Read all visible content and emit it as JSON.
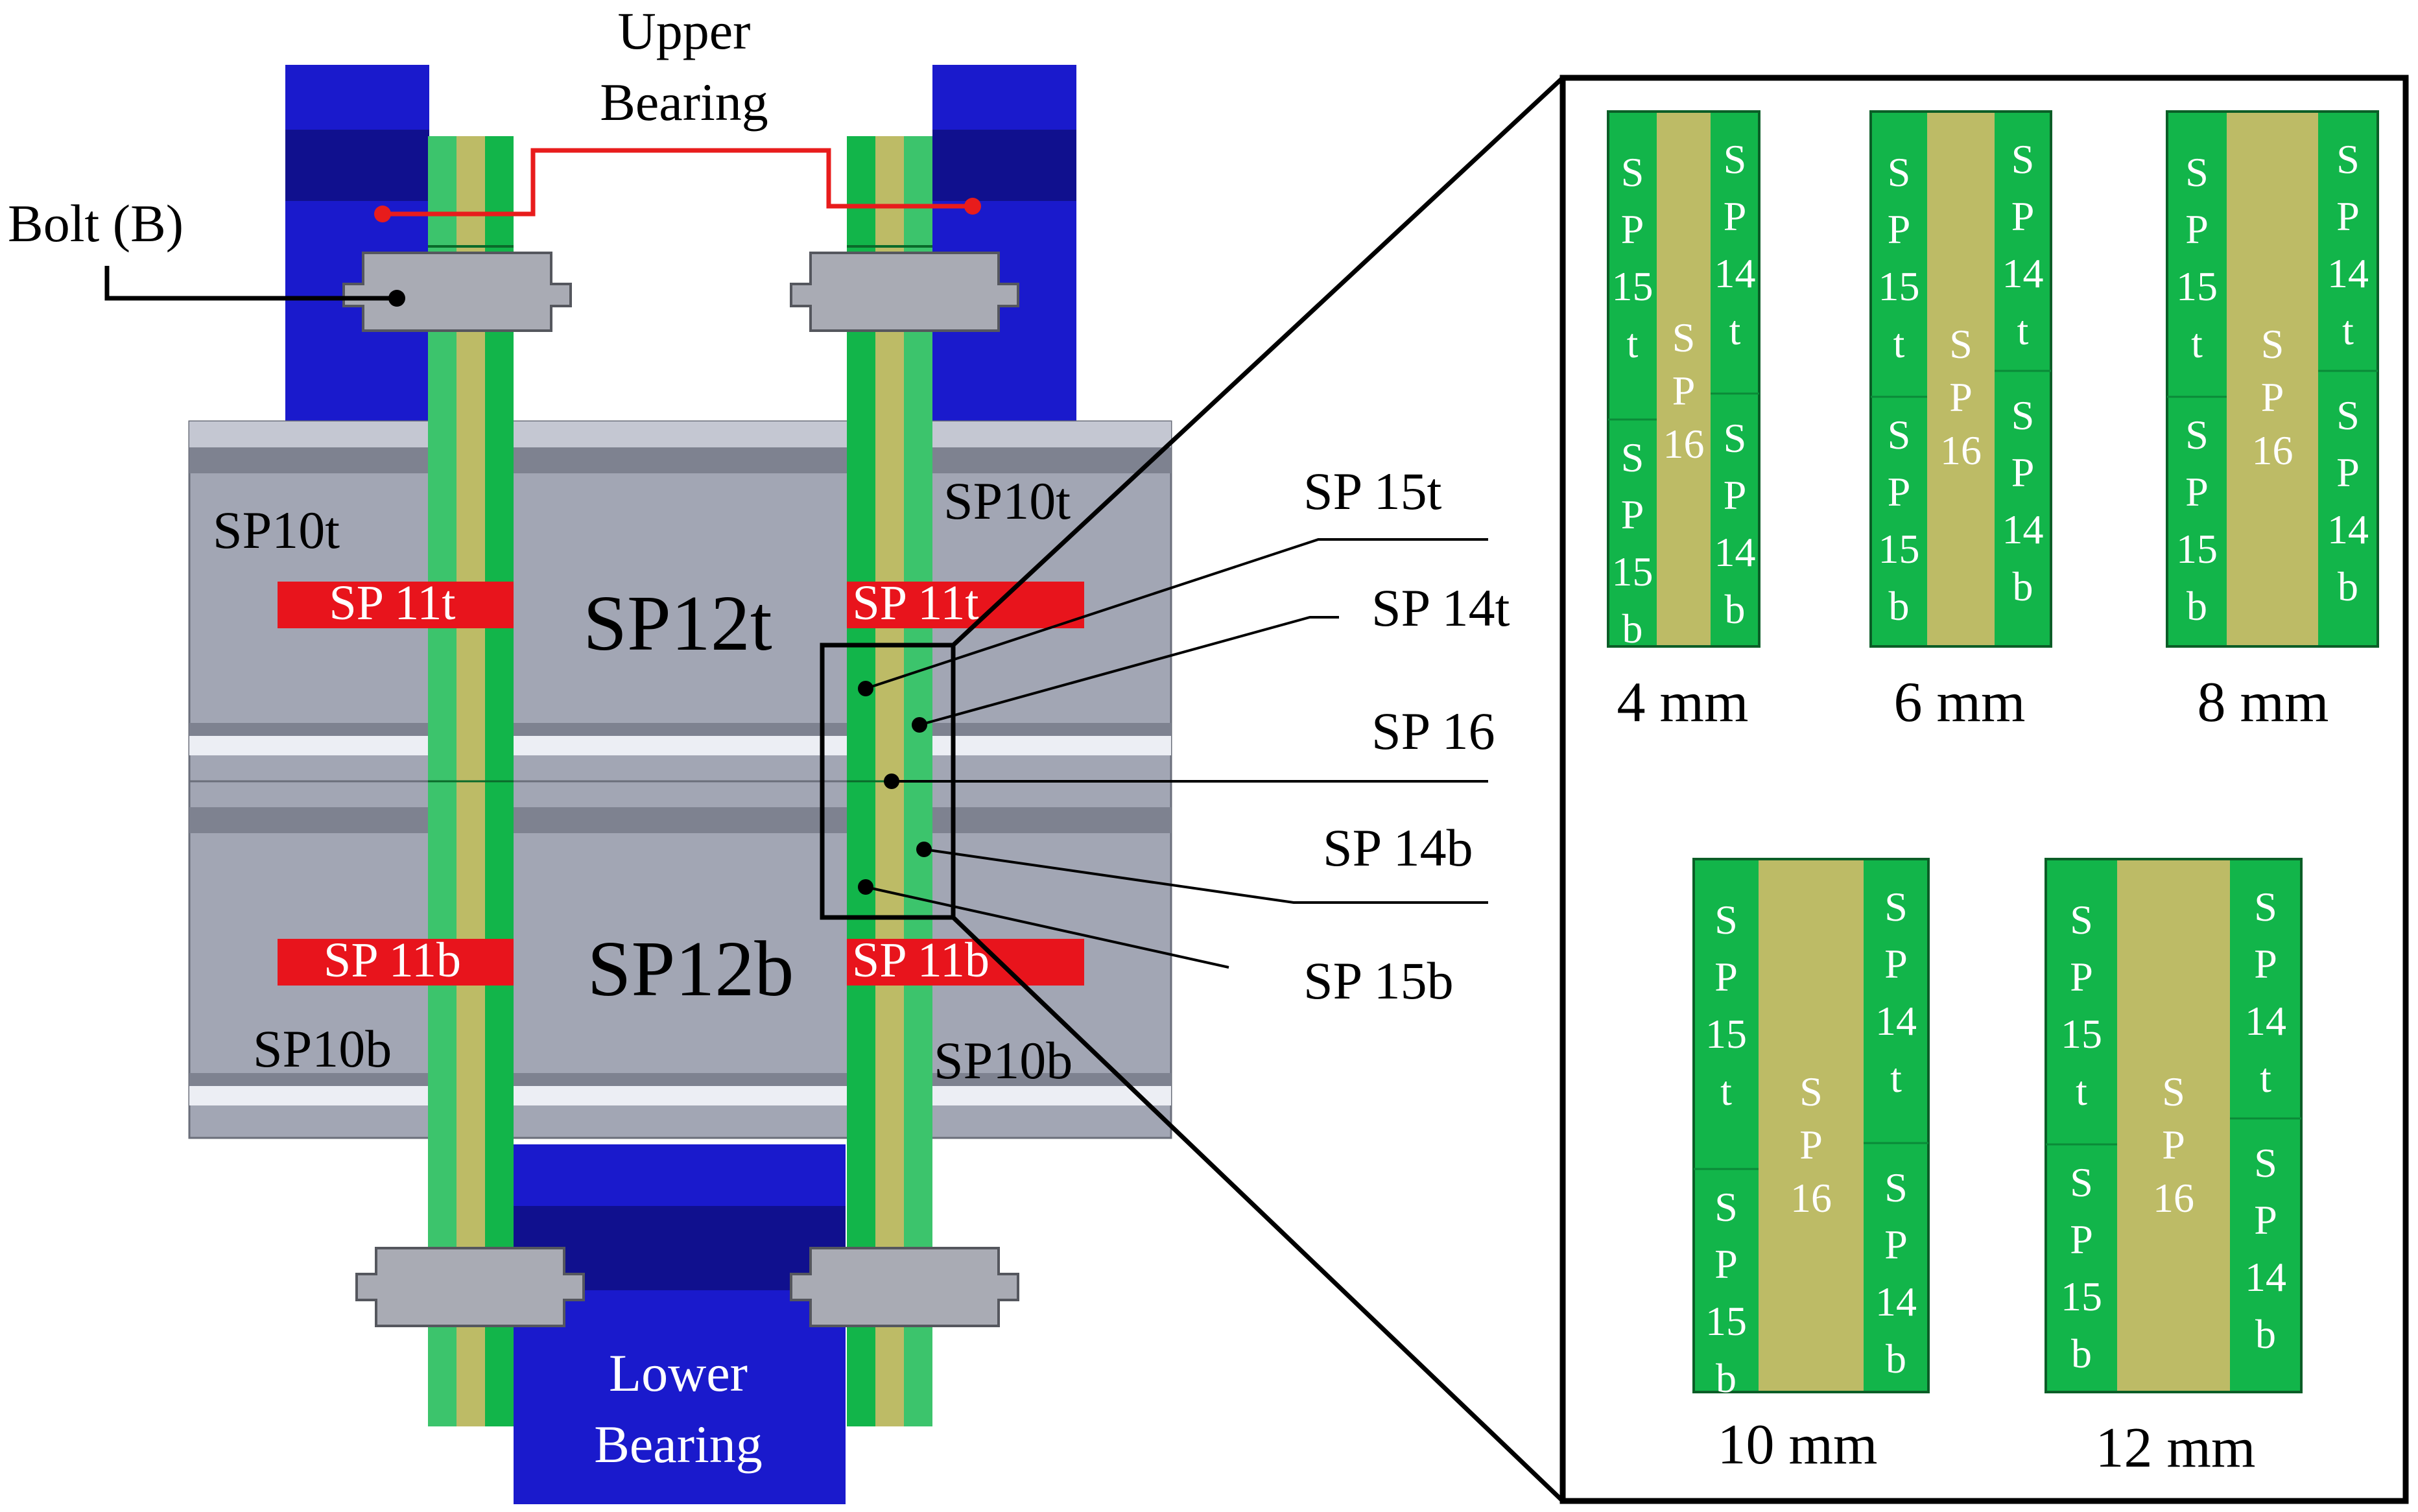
{
  "labels": {
    "upper_bearing_line1": "Upper",
    "upper_bearing_line2": "Bearing",
    "bolt": "Bolt (B)",
    "lower_bearing_line1": "Lower",
    "lower_bearing_line2": "Bearing",
    "sp10t_left": "SP10t",
    "sp10t_right": "SP10t",
    "sp10b_left": "SP10b",
    "sp10b_right": "SP10b",
    "sp11t_left": "SP 11t",
    "sp11t_right": "SP 11t",
    "sp11b_left": "SP 11b",
    "sp11b_right": "SP 11b",
    "sp12t": "SP12t",
    "sp12b": "SP12b"
  },
  "callouts": {
    "sp15t": "SP 15t",
    "sp14t": "SP 14t",
    "sp16": "SP 16",
    "sp14b": "SP 14b",
    "sp15b": "SP 15b"
  },
  "panels": [
    {
      "caption": "4 mm"
    },
    {
      "caption": "6 mm"
    },
    {
      "caption": "8 mm"
    },
    {
      "caption": "10 mm"
    },
    {
      "caption": "12 mm"
    }
  ],
  "panel_text": {
    "S": "S",
    "P": "P",
    "n15": "15",
    "n14": "14",
    "n16": "16",
    "t": "t",
    "b": "b"
  },
  "colors": {
    "bearing_blue": "#1a1acc",
    "plate_gray": "#a2a6b4",
    "plate_dark": "#7e8290",
    "sp11_red": "#e8141c",
    "strip_green": "#12b54a",
    "strip_green_light": "#3cc46c",
    "core_olive": "#bdbb66",
    "bolt_gray": "#a9abb4",
    "red_line": "#e81c1c"
  }
}
